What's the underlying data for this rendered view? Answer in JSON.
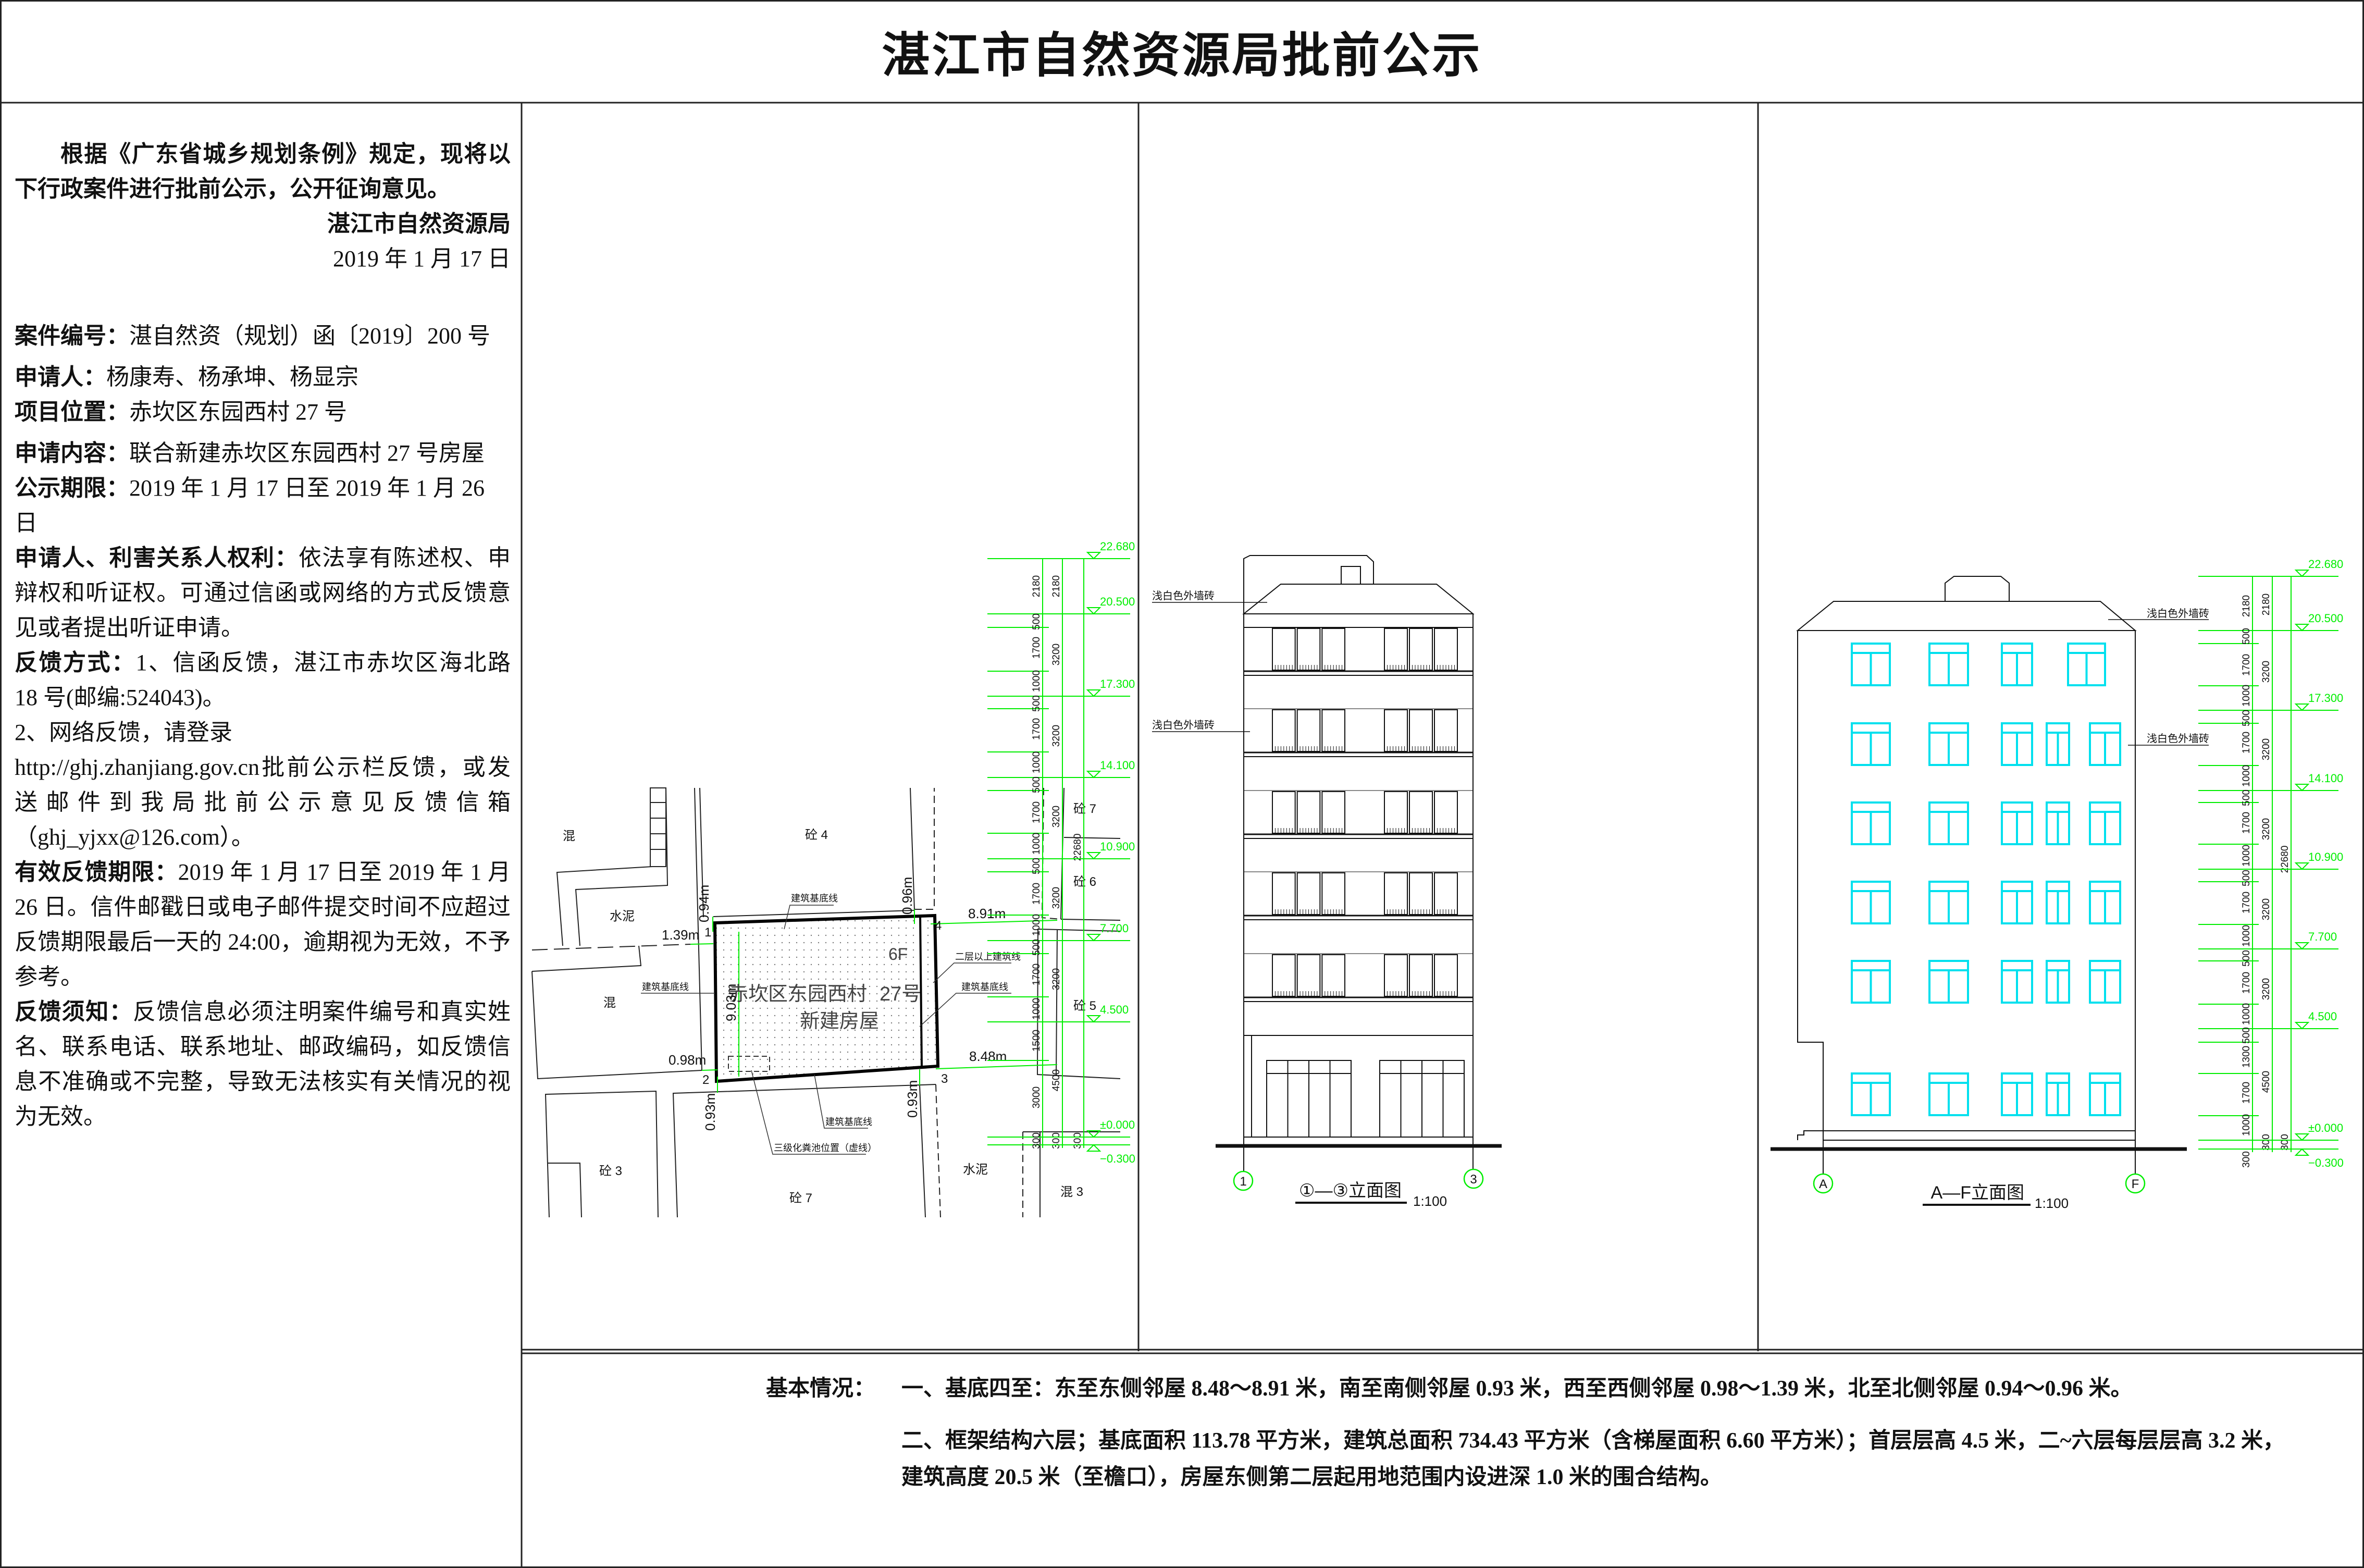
{
  "title": "湛江市自然资源局批前公示",
  "notice": {
    "intro": "根据《广东省城乡规划条例》规定，现将以下行政案件进行批前公示，公开征询意见。",
    "org": "湛江市自然资源局",
    "date": "2019 年 1 月 17 日",
    "case_no_label": "案件编号：",
    "case_no": "湛自然资（规划）函〔2019〕200 号",
    "applicant_label": "申请人：",
    "applicant": "杨康寿、杨承坤、杨显宗",
    "location_label": "项目位置：",
    "location": "赤坎区东园西村 27 号",
    "content_label": "申请内容：",
    "content": "联合新建赤坎区东园西村 27 号房屋",
    "period_label": "公示期限：",
    "period": "2019 年 1 月 17 日至 2019 年 1 月 26 日",
    "rights_label": "申请人、利害关系人权利：",
    "rights": "依法享有陈述权、申辩权和听证权。可通过信函或网络的方式反馈意见或者提出听证申请。",
    "feedback_label": "反馈方式：",
    "feedback_1": "1、信函反馈，湛江市赤坎区海北路 18 号(邮编:524043)。",
    "feedback_2": "2、网络反馈，请登录",
    "feedback_url": "http://ghj.zhanjiang.gov.cn",
    "feedback_3": "批前公示栏反馈，或发送邮件到我局批前公示意见反馈信箱（ghj_yjxx@126.com）。",
    "valid_label": "有效反馈期限：",
    "valid": "2019 年 1 月 17 日至 2019 年 1 月 26 日。信件邮戳日或电子邮件提交时间不应超过反馈期限最后一天的 24:00，逾期视为无效，不予参考。",
    "notes_label": "反馈须知：",
    "notes": "反馈信息必须注明案件编号和真实姓名、联系电话、联系地址、邮政编码，如反馈信息不准确或不完整，导致无法核实有关情况的视为无效。"
  },
  "site_plan": {
    "building_name_1": "赤坎区东园西村",
    "building_no": "27号",
    "building_name_2": "新建房屋",
    "floors": "6F",
    "labels": {
      "c4": "砼 4",
      "c7a": "砼 7",
      "c6": "砼 6",
      "c5": "砼 5",
      "c3": "砼 3",
      "c7b": "砼 7",
      "mud1": "混",
      "cement1": "水泥",
      "mud2": "混",
      "cement2": "水泥",
      "mud3": "混 3"
    },
    "dims": {
      "w139": "1.39m",
      "w098": "0.98m",
      "e891": "8.91m",
      "e848": "8.48m",
      "n094": "0.94m",
      "n096": "0.96m",
      "s093a": "0.93m",
      "s093b": "0.93m",
      "d903": "9.03m"
    },
    "points": [
      "1",
      "2",
      "3",
      "4"
    ],
    "notes": {
      "base_top": "建筑基底线",
      "base_left": "建筑基底线",
      "base_right": "建筑基底线",
      "base_bottom": "建筑基底线",
      "upper": "二层以上建筑线",
      "septic": "三级化粪池位置（虚线）"
    }
  },
  "elevation_1": {
    "title": "①—③立面图",
    "axis_left": "1",
    "axis_right": "3",
    "scale": "1:100",
    "material_1": "浅白色外墙砖",
    "material_2": "浅白色外墙砖",
    "levels": [
      "22.680",
      "20.500",
      "17.300",
      "14.100",
      "10.900",
      "7.700",
      "4.500",
      "±0.000",
      "−0.300"
    ],
    "dim_col1": [
      "2180",
      "500",
      "1700",
      "1000",
      "500",
      "1700",
      "1000",
      "500",
      "1700",
      "1000",
      "500",
      "1700",
      "1000",
      "500",
      "1700",
      "1000",
      "1500",
      "3000",
      "300"
    ],
    "dim_col2": [
      "2180",
      "3200",
      "3200",
      "3200",
      "3200",
      "3200",
      "4500",
      "300"
    ],
    "dim_col3": [
      "22680",
      "300"
    ]
  },
  "elevation_2": {
    "title": "A—F立面图",
    "axis_left": "A",
    "axis_right": "F",
    "scale": "1:100",
    "material_1": "浅白色外墙砖",
    "material_2": "浅白色外墙砖",
    "levels": [
      "22.680",
      "20.500",
      "17.300",
      "14.100",
      "10.900",
      "7.700",
      "4.500",
      "±0.000",
      "−0.300"
    ],
    "dim_col1": [
      "2180",
      "500",
      "1700",
      "1000",
      "500",
      "1700",
      "1000",
      "500",
      "1700",
      "1000",
      "500",
      "1700",
      "1000",
      "500",
      "1700",
      "1000",
      "500",
      "1300",
      "1700",
      "1000",
      "300"
    ],
    "dim_col2": [
      "2180",
      "3200",
      "3200",
      "3200",
      "3200",
      "3200",
      "4500",
      "300"
    ],
    "dim_col3": [
      "22680",
      "300"
    ]
  },
  "basic_info": {
    "label": "基本情况：",
    "line_1": "一、基底四至：东至东侧邻屋 8.48～8.91 米，南至南侧邻屋 0.93 米，西至西侧邻屋 0.98～1.39 米，北至北侧邻屋 0.94～0.96 米。",
    "line_2": "二、框架结构六层；基底面积 113.78 平方米，建筑总面积 734.43 平方米（含梯屋面积 6.60 平方米）；首层层高 4.5 米，二~六层每层层高 3.2 米，",
    "line_3": "建筑高度 20.5 米（至檐口），房屋东侧第二层起用地范围内设进深 1.0 米的围合结构。"
  },
  "colors": {
    "dim_green": "#00ee00",
    "window_cyan": "#00e0ee",
    "line": "#111111"
  }
}
